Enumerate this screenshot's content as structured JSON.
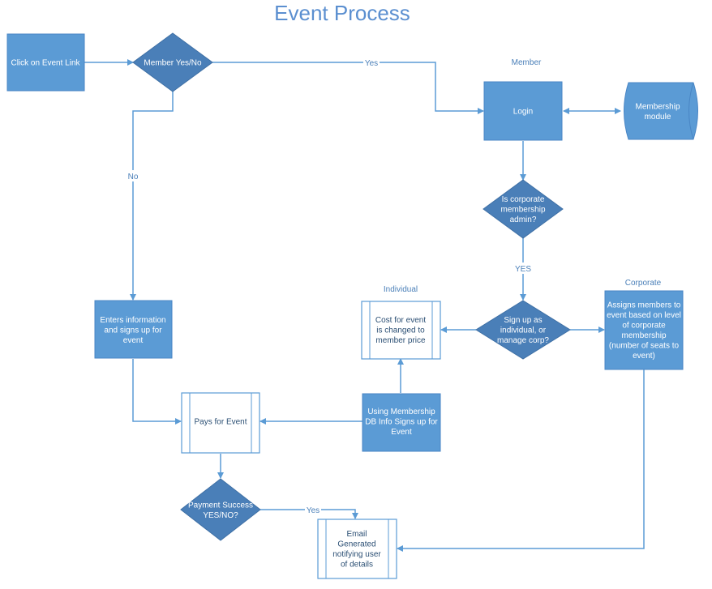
{
  "title": "Event Process",
  "nodes": {
    "click_event": [
      "Click on Event Link"
    ],
    "member_decision": [
      "Member Yes/No"
    ],
    "login": [
      "Login"
    ],
    "membership_module": [
      "Membership",
      "module"
    ],
    "corporate_admin": [
      "Is corporate",
      "membership",
      "admin?"
    ],
    "signup_choice": [
      "Sign up as",
      "individual, or",
      "manage corp?"
    ],
    "cost_changed": [
      "Cost for event",
      "is changed to",
      "member price"
    ],
    "assigns_members": [
      "Assigns members to",
      "event based on level",
      "of corporate",
      "membership",
      "(number of seats to",
      "event)"
    ],
    "enters_info": [
      "Enters information",
      "and signs up for",
      "event"
    ],
    "pays_event": [
      "Pays for Event"
    ],
    "using_db": [
      "Using Membership",
      "DB Info Signs up for",
      "Event"
    ],
    "payment_success": [
      "Payment Success",
      "YES/NO?"
    ],
    "email_generated": [
      "Email",
      "Generated",
      "notifying user",
      "of details"
    ]
  },
  "lane_labels": {
    "member": "Member",
    "individual": "Individual",
    "corporate": "Corporate"
  },
  "edge_labels": {
    "yes_member": "Yes",
    "no_member": "No",
    "yes_admin": "YES",
    "yes_payment": "Yes"
  },
  "colors": {
    "process_fill": "#5b9bd5",
    "decision_fill": "#4a7fb8",
    "edge": "#5b9bd5",
    "title": "#5b8fd0"
  }
}
